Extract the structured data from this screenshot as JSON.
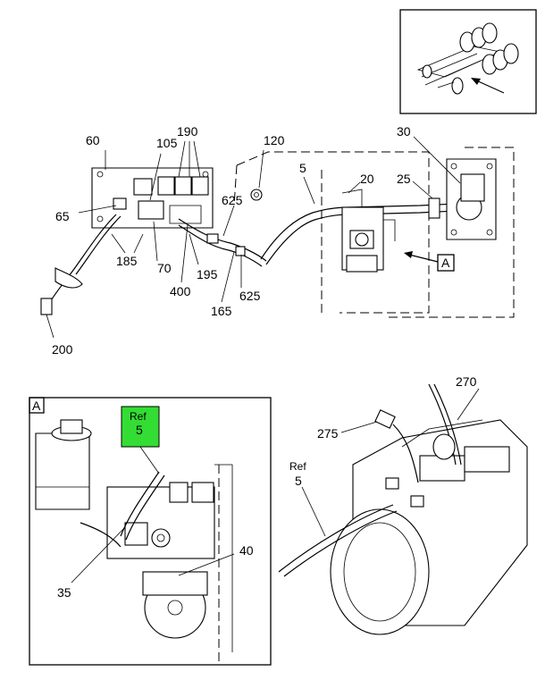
{
  "callouts": {
    "c60": "60",
    "c105": "105",
    "c190": "190",
    "c120": "120",
    "c30": "30",
    "c5_top": "5",
    "c20": "20",
    "c25": "25",
    "c625_upper": "625",
    "c65": "65",
    "c185": "185",
    "c70": "70",
    "c195": "195",
    "c400": "400",
    "c625_lower": "625",
    "c165": "165",
    "c200": "200",
    "view_a_marker": "A",
    "c270": "270",
    "c275": "275",
    "ref5_right_ref": "Ref",
    "ref5_right_num": "5",
    "c35": "35",
    "c40": "40"
  },
  "detail_a": {
    "label": "A",
    "ref_box": {
      "ref": "Ref",
      "num": "5",
      "fill": "#33dd33"
    }
  }
}
